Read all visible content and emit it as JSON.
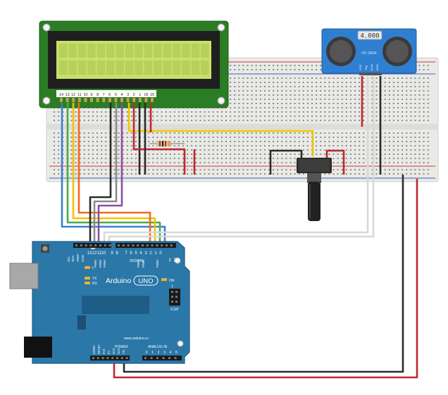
{
  "lcd": {
    "pins": [
      "14",
      "13",
      "12",
      "11",
      "10",
      "9",
      "8",
      "7",
      "6",
      "5",
      "4",
      "3",
      "2",
      "1",
      "16",
      "15"
    ]
  },
  "sensor": {
    "display": "4.000",
    "model": "HC-SR04",
    "pin_labels": [
      "VCC",
      "Trig",
      "Echo",
      "GND"
    ]
  },
  "arduino": {
    "brand": "Arduino",
    "model": "UNO",
    "url": "www.arduino.cc",
    "digital_label": "DIGITAL",
    "digital_pins": [
      "13",
      "12",
      "11",
      "10",
      "9",
      "8",
      "7",
      "6",
      "5",
      "4",
      "3",
      "2",
      "1",
      "0"
    ],
    "top_labels": [
      "SCL",
      "SDA",
      "AREF",
      "GND"
    ],
    "pwm_label": "PWM",
    "tx_rx_header": [
      "TX",
      "RX"
    ],
    "led_l": "L",
    "led_tx": "TX",
    "led_rx": "RX",
    "on_label": "ON",
    "icsp_label": "ICSP",
    "icsp_num": "1",
    "power_label": "POWER",
    "power_pins": [
      "IOREF",
      "RESET",
      "3V3",
      "5V",
      "Gnd",
      "Gnd",
      "Vin"
    ],
    "analog_label": "ANALOG IN",
    "analog_pins": [
      "0",
      "1",
      "2",
      "3",
      "4",
      "5"
    ]
  },
  "colors": {
    "lcd_body": "#2a7d24",
    "lcd_screen": "#c8e06a",
    "arduino_body": "#2a77a8",
    "breadboard": "#e9e9e6",
    "wire_red": "#c0272d",
    "wire_black": "#2b2b2b",
    "wire_white": "#d8d8d8",
    "wire_yellow": "#f2c400",
    "wire_orange": "#f26a21",
    "wire_green": "#4daa45",
    "wire_blue": "#3b7fd0",
    "wire_purple": "#8a4fa3",
    "wire_gray": "#8c8c8c",
    "sensor_body": "#2f7fd1"
  }
}
